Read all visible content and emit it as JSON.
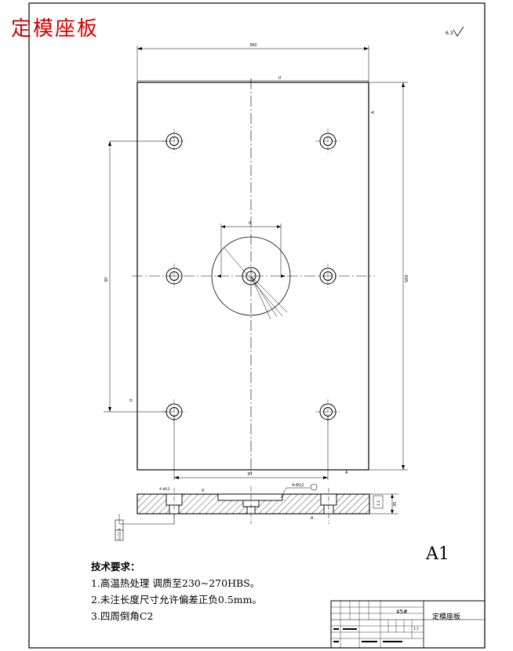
{
  "drawing": {
    "title": "定模座板",
    "sheet_size": "A1",
    "dims": {
      "overall_width": "360",
      "hole_span_top": "lf",
      "overall_height": "500",
      "hole_span_vertical": "3lf",
      "hole_span_bottom": "3lf",
      "center_bore": "lf",
      "thickness": "35",
      "section_label": "1:1",
      "surface_finish": "6.3",
      "hole_callout": "4-Φ12",
      "tolerance_box": "0.02 A",
      "datum": "A"
    }
  },
  "tech_notes": {
    "title": "技术要求：",
    "items": [
      "1.高温热处理  调质至230~270HBS。",
      "2.未注长度尺寸允许偏差正负0.5mm。",
      "3.四周倒角C2"
    ]
  },
  "title_block": {
    "material": "45#",
    "part_name": "定模座板",
    "scale": "1:1"
  }
}
